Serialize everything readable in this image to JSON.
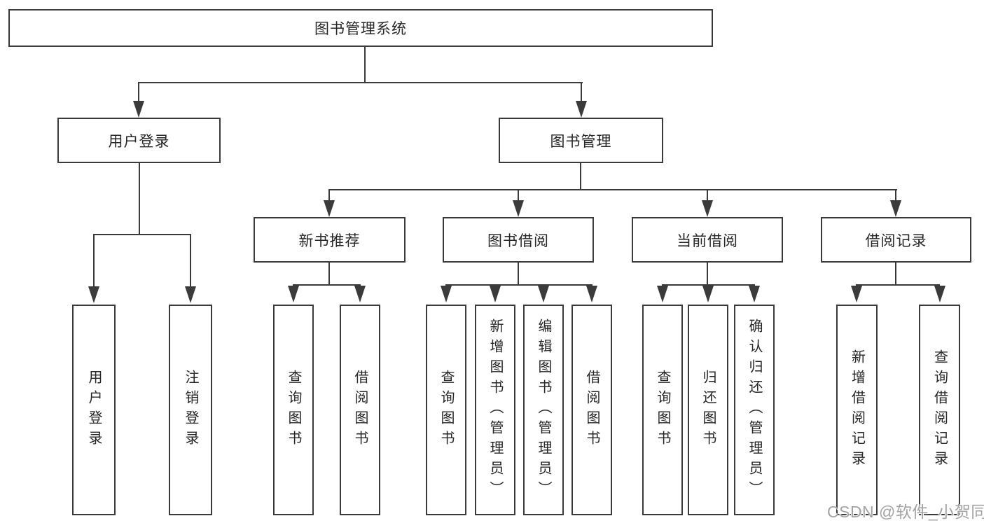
{
  "diagram": {
    "title": "图书管理系统",
    "branches": [
      {
        "label": "用户登录",
        "leaves": [
          "用户登录",
          "注销登录"
        ]
      },
      {
        "label": "图书管理",
        "groups": [
          {
            "label": "新书推荐",
            "leaves": [
              "查询图书",
              "借阅图书"
            ]
          },
          {
            "label": "图书借阅",
            "leaves": [
              "查询图书",
              "新增图书（管理员）",
              "编辑图书（管理员）",
              "借阅图书"
            ]
          },
          {
            "label": "当前借阅",
            "leaves": [
              "查询图书",
              "归还图书",
              "确认归还（管理员）"
            ]
          },
          {
            "label": "借阅记录",
            "leaves": [
              "新增借阅记录",
              "查询借阅记录"
            ]
          }
        ]
      }
    ]
  },
  "watermark": "CSDN @软件_小贺同学",
  "colors": {
    "line": "#3b3b3b",
    "text": "#262626",
    "background": "#ffffff",
    "watermark": "#a3a3a3"
  }
}
